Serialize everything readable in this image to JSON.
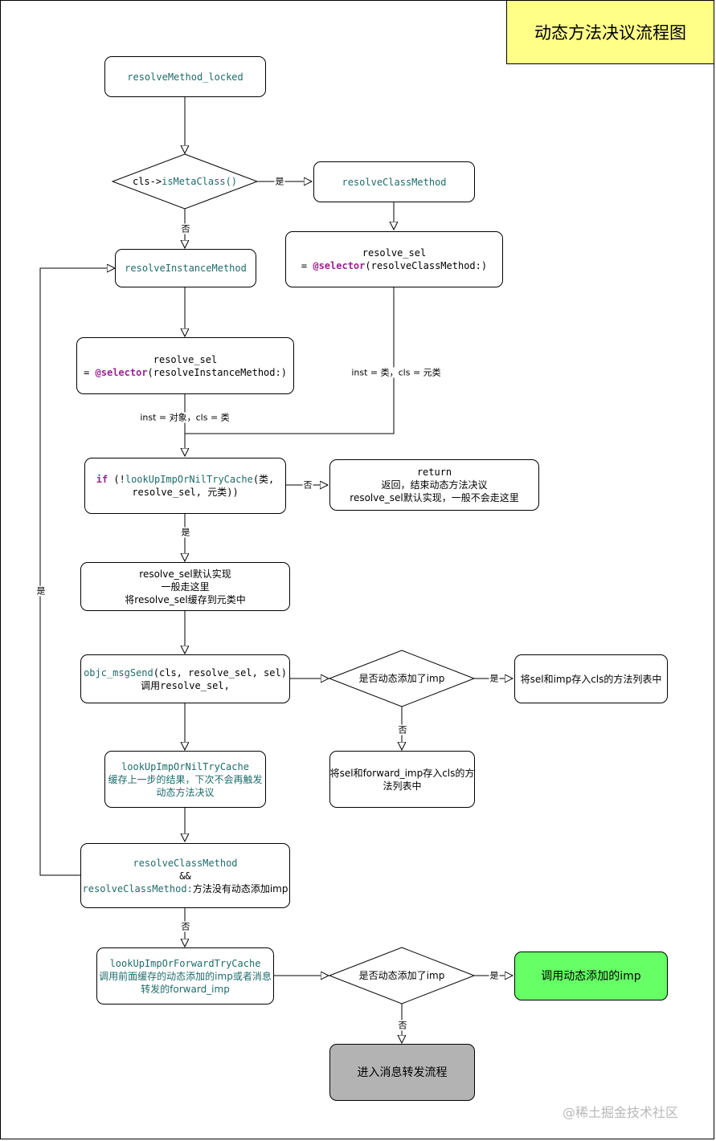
{
  "title": "动态方法决议流程图",
  "watermark": "@稀土掘金技术社区",
  "nodes": {
    "resolve_method_locked": "resolveMethod_locked",
    "is_meta_class_prefix": "cls->",
    "is_meta_class_call": "isMetaClass()",
    "resolve_class_method": "resolveClassMethod",
    "class_sel_line1": "resolve_sel",
    "class_sel_eq": "= ",
    "class_sel_kw": "@selector",
    "class_sel_arg": "(resolveClassMethod:)",
    "resolve_instance_method": "resolveInstanceMethod",
    "inst_sel_line1": "resolve_sel",
    "inst_sel_eq": "= ",
    "inst_sel_kw": "@selector",
    "inst_sel_arg": "(resolveInstanceMethod:)",
    "if_kw": "if",
    "if_open": " (!",
    "if_func": "lookUpImpOrNilTryCache",
    "if_args1": "(类,",
    "if_args2": "resolve_sel, 元类))",
    "return_line1": "return",
    "return_line2": "返回，结束动态方法决议",
    "return_line3": "resolve_sel默认实现，一般不会走这里",
    "default_line1": "resolve_sel默认实现",
    "default_line2": "一般走这里",
    "default_line3": "将resolve_sel缓存到元类中",
    "msg_send_func": "objc_msgSend",
    "msg_send_args": "(cls, resolve_sel, sel)",
    "msg_send_line2": "调用resolve_sel,",
    "dyn_added_1": "是否动态添加了imp",
    "store_sel_imp": "将sel和imp存入cls的方法列表中",
    "store_forward_line1": "将sel和forward_imp存入cls的方",
    "store_forward_line2": "法列表中",
    "lookup_nil_line1": "lookUpImpOrNilTryCache",
    "lookup_nil_line2": "缓存上一步的结果，下次不会再触发",
    "lookup_nil_line3": "动态方法决议",
    "class_check_line1": "resolveClassMethod",
    "class_check_line2": "&&",
    "class_check_line3a": "resolveClassMethod:",
    "class_check_line3b": "方法没有动态添加imp",
    "lookup_forward_line1": "lookUpImpOrForwardTryCache",
    "lookup_forward_line2": "调用前面缓存的动态添加的imp或者消息",
    "lookup_forward_line3": "转发的forward_imp",
    "dyn_added_2": "是否动态添加了imp",
    "call_dyn_imp": "调用动态添加的imp",
    "enter_forward": "进入消息转发流程"
  },
  "edge_labels": {
    "meta_yes": "是",
    "meta_no": "否",
    "class_inst_note": "inst = 类，cls = 元类",
    "inst_obj_note": "inst = 对象，cls = 类",
    "if_no": "否",
    "if_yes": "是",
    "loop_yes": "是",
    "dyn1_yes": "是",
    "dyn1_no": "否",
    "class_check_no": "否",
    "dyn2_yes": "是",
    "dyn2_no": "否"
  },
  "colors": {
    "title_bg": "#ffff88",
    "call_imp_bg": "#66ff66",
    "forward_bg": "#b3b3b3",
    "code_teal": "#1f6b6b",
    "keyword": "#9b2393"
  }
}
